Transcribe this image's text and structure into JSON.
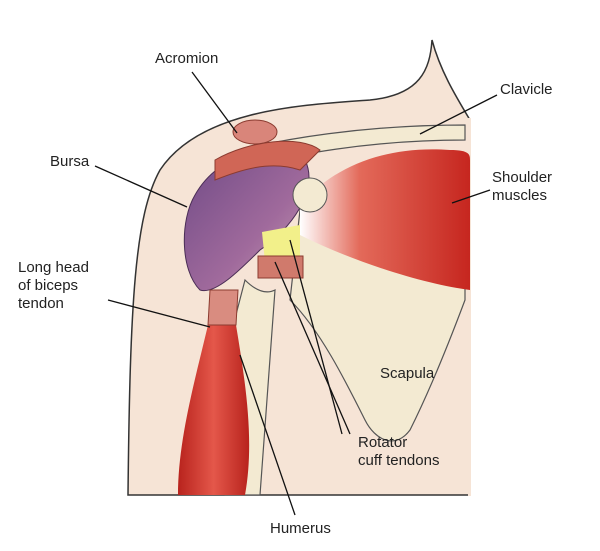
{
  "labels": {
    "acromion": "Acromion",
    "clavicle": "Clavicle",
    "bursa": "Bursa",
    "shoulder_muscles": "Shoulder\nmuscles",
    "biceps_tendon": "Long head\nof biceps\ntendon",
    "scapula": "Scapula",
    "rotator_cuff": "Rotator\ncuff tendons",
    "humerus": "Humerus"
  },
  "colors": {
    "skin": "#f6e4d6",
    "bone": "#f3ead2",
    "muscle": "#c8332b",
    "bursa": "#8f5f92",
    "tendon": "#f2f08a"
  }
}
